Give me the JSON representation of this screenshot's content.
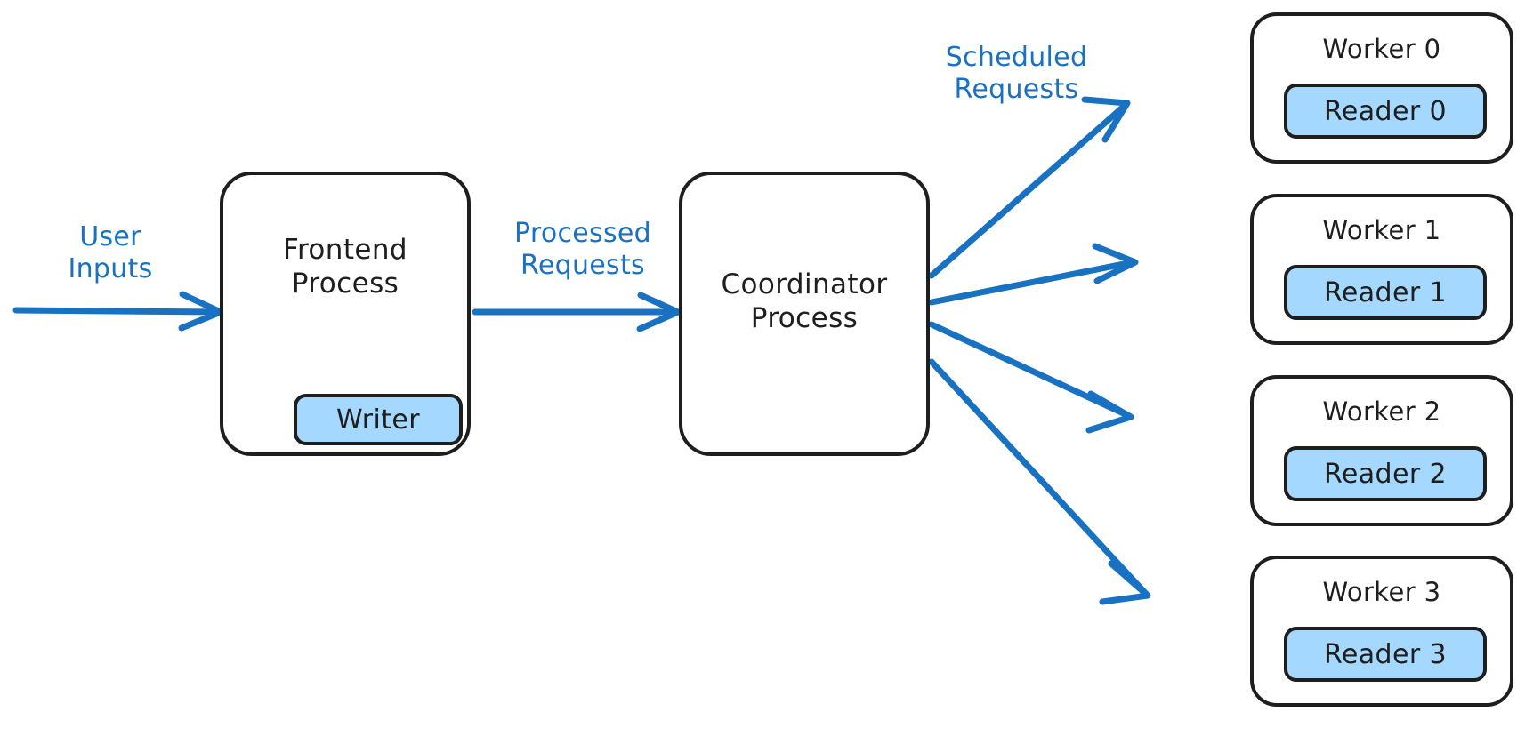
{
  "diagram": {
    "title": "Frontend / Coordinator / Worker request-flow architecture",
    "background": "#ffffff",
    "colors": {
      "stroke": "#1e1e1e",
      "accent_blue": "#1971c2",
      "sub_node_fill": "#a5d8ff"
    }
  },
  "nodes": {
    "frontend": {
      "label": "Frontend\nProcess",
      "child": {
        "label": "Writer",
        "name": "writer-box"
      }
    },
    "coordinator": {
      "label": "Coordinator\nProcess"
    },
    "workers": [
      {
        "label": "Worker 0",
        "child": {
          "label": "Reader 0"
        }
      },
      {
        "label": "Worker 1",
        "child": {
          "label": "Reader 1"
        }
      },
      {
        "label": "Worker 2",
        "child": {
          "label": "Reader 2"
        }
      },
      {
        "label": "Worker 3",
        "child": {
          "label": "Reader 3"
        }
      }
    ]
  },
  "edges": {
    "user_inputs": {
      "label": "User\nInputs",
      "from": "external",
      "to": "frontend"
    },
    "processed_requests": {
      "label": "Processed\nRequests",
      "from": "frontend",
      "to": "coordinator"
    },
    "scheduled_requests": {
      "label": "Scheduled\nRequests",
      "from": "coordinator",
      "to": "workers"
    }
  }
}
